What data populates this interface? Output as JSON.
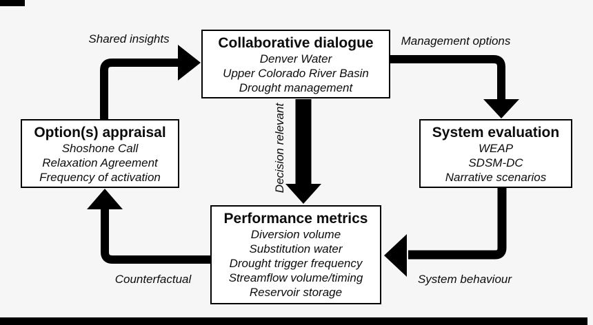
{
  "canvas": {
    "background_color": "#f6f6f6",
    "box_background_color": "#ffffff",
    "ink_color": "#000000"
  },
  "boxes": {
    "collaborative": {
      "title": "Collaborative dialogue",
      "lines": [
        "Denver Water",
        "Upper Colorado River Basin",
        "Drought management"
      ]
    },
    "system": {
      "title": "System evaluation",
      "lines": [
        "WEAP",
        "SDSM-DC",
        "Narrative scenarios"
      ]
    },
    "performance": {
      "title": "Performance metrics",
      "lines": [
        "Diversion volume",
        "Substitution water",
        "Drought trigger frequency",
        "Streamflow volume/timing",
        "Reservoir storage"
      ]
    },
    "options": {
      "title": "Option(s) appraisal",
      "lines": [
        "Shoshone Call",
        "Relaxation Agreement",
        "Frequency of activation"
      ]
    }
  },
  "labels": {
    "shared_insights": "Shared insights",
    "management_options": "Management options",
    "decision_relevant": "Decision relevant",
    "system_behaviour": "System behaviour",
    "counterfactual": "Counterfactual"
  }
}
